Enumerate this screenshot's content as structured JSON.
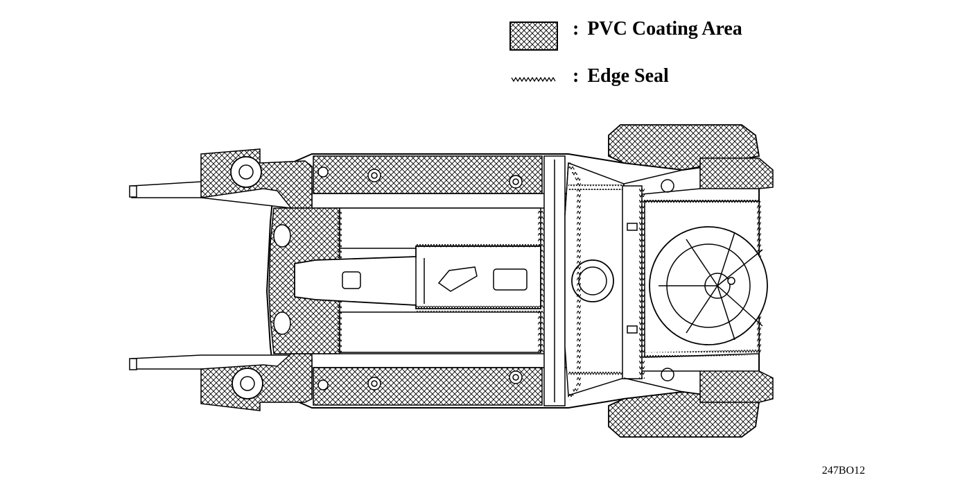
{
  "legend": {
    "pvc_label": "PVC Coating Area",
    "edge_seal_label": "Edge Seal",
    "separator": ":"
  },
  "figure_id": "247BO12",
  "colors": {
    "line": "#000000",
    "hatch": "#000000",
    "background": "#ffffff"
  },
  "icons": {
    "pvc_swatch": "crosshatch-swatch-icon",
    "edge_seal_swatch": "zigzag-line-icon"
  }
}
